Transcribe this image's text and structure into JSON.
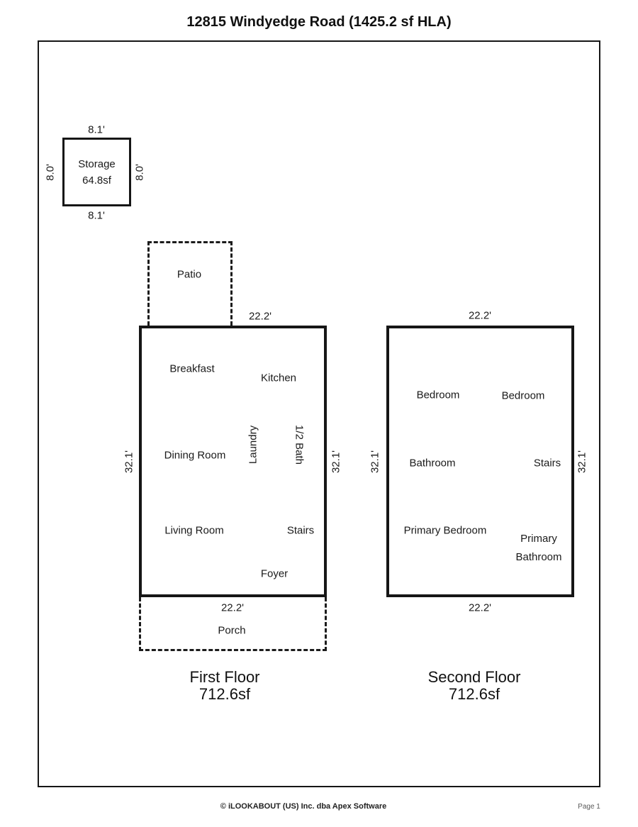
{
  "page": {
    "title": "12815 Windyedge Road (1425.2 sf HLA)",
    "footer": {
      "copyright": "© iLOOKABOUT (US) Inc. dba Apex Software",
      "page_number": "Page 1"
    }
  },
  "colors": {
    "line": "#161616",
    "text": "#1a1a1a",
    "muted_text": "#5a5a5a",
    "background": "#ffffff"
  },
  "storage": {
    "label": "Storage",
    "area": "64.8sf",
    "dim_top": "8.1'",
    "dim_bottom": "8.1'",
    "dim_left": "8.0'",
    "dim_right": "8.0'"
  },
  "patio": {
    "label": "Patio"
  },
  "porch": {
    "label": "Porch"
  },
  "first_floor": {
    "caption": "First Floor",
    "area": "712.6sf",
    "dim_top": "22.2'",
    "dim_bottom": "22.2'",
    "dim_left": "32.1'",
    "dim_right": "32.1'",
    "rooms": {
      "breakfast": "Breakfast",
      "kitchen": "Kitchen",
      "dining_room": "Dining Room",
      "laundry": "Laundry",
      "half_bath": "1/2 Bath",
      "living_room": "Living Room",
      "stairs": "Stairs",
      "foyer": "Foyer"
    }
  },
  "second_floor": {
    "caption": "Second Floor",
    "area": "712.6sf",
    "dim_top": "22.2'",
    "dim_bottom": "22.2'",
    "dim_left": "32.1'",
    "dim_right": "32.1'",
    "rooms": {
      "bedroom_left": "Bedroom",
      "bedroom_right": "Bedroom",
      "bathroom": "Bathroom",
      "stairs": "Stairs",
      "primary_bedroom": "Primary Bedroom",
      "primary_bathroom_line1": "Primary",
      "primary_bathroom_line2": "Bathroom"
    }
  }
}
